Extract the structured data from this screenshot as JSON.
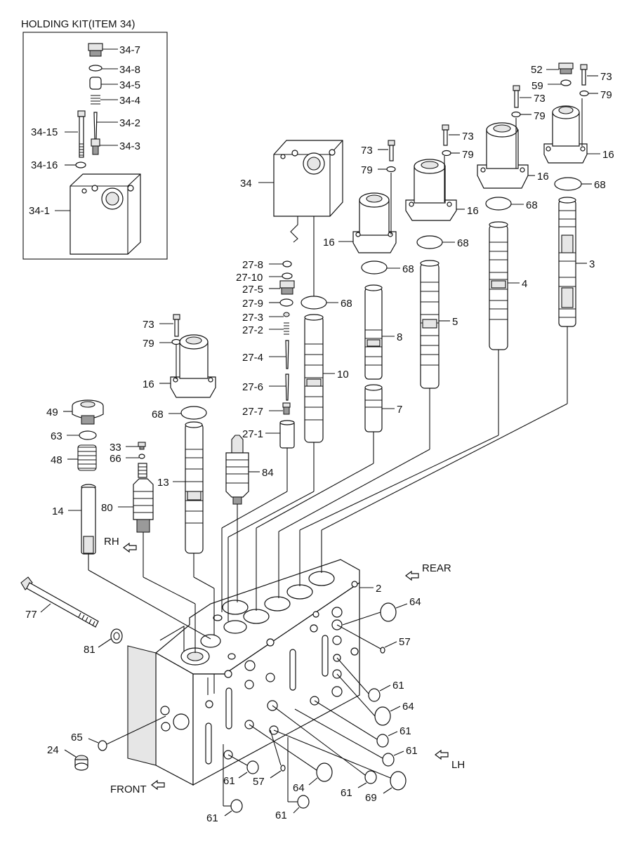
{
  "kit_title": "HOLDING KIT(ITEM 34)",
  "kit_labels": [
    "34-7",
    "34-8",
    "34-5",
    "34-4",
    "34-2",
    "34-15",
    "34-3",
    "34-16",
    "34-1"
  ],
  "labels": {
    "l52": "52",
    "l73a": "73",
    "l59": "59",
    "l79a": "79",
    "l73b": "73",
    "l79b": "79",
    "l16a": "16",
    "l73c": "73",
    "l79c": "79",
    "l16b": "16",
    "l73d": "73",
    "l79d": "79",
    "l68a": "68",
    "l34": "34",
    "l16c": "16",
    "l68b": "68",
    "l16d": "16",
    "l68c": "68",
    "l68d": "68",
    "l3": "3",
    "l27_8": "27-8",
    "l27_10": "27-10",
    "l27_5": "27-5",
    "l68e": "68",
    "l4": "4",
    "l27_9": "27-9",
    "l27_3": "27-3",
    "l27_2": "27-2",
    "l5": "5",
    "l8": "8",
    "l73e": "73",
    "l79e": "79",
    "l27_4": "27-4",
    "l10": "10",
    "l16e": "16",
    "l27_6": "27-6",
    "l7": "7",
    "l49": "49",
    "l68f": "68",
    "l27_7": "27-7",
    "l63": "63",
    "l27_1": "27-1",
    "l33": "33",
    "l66": "66",
    "l48": "48",
    "l84": "84",
    "l13": "13",
    "l80": "80",
    "l14": "14",
    "rh": "RH",
    "rear": "REAR",
    "l2": "2",
    "l77": "77",
    "l64a": "64",
    "l57a": "57",
    "l81": "81",
    "l61a": "61",
    "l64b": "64",
    "l61b": "61",
    "l65": "65",
    "l61c": "61",
    "l24": "24",
    "lh": "LH",
    "l61d": "61",
    "l57b": "57",
    "l64c": "64",
    "l61e": "61",
    "l69": "69",
    "front": "FRONT",
    "l61f": "61",
    "l61g": "61"
  }
}
